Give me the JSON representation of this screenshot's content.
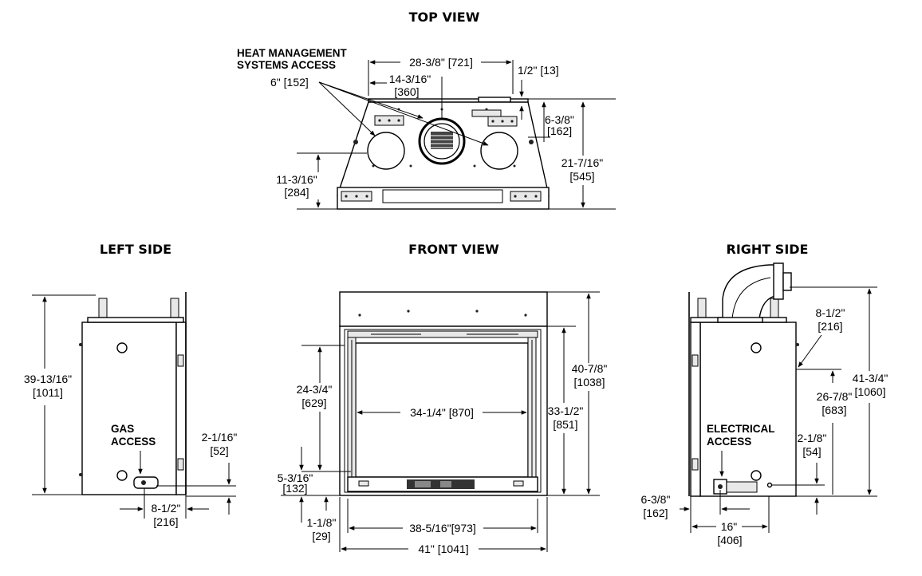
{
  "views": {
    "top": "TOP VIEW",
    "left": "LEFT SIDE",
    "front": "FRONT VIEW",
    "right": "RIGHT SIDE"
  },
  "callouts": {
    "heat_line1": "HEAT MANAGEMENT",
    "heat_line2": "SYSTEMS ACCESS",
    "gas_line1": "GAS",
    "gas_line2": "ACCESS",
    "elec_line1": "ELECTRICAL",
    "elec_line2": "ACCESS"
  },
  "dims": {
    "top_width": "28-3/8\" [721]",
    "top_half_1": "14-3/16\"",
    "top_half_2": "[360]",
    "top_offset": "1/2\" [13]",
    "top_duct": "6\" [152]",
    "top_collar_1": "6-3/8\"",
    "top_collar_2": "[162]",
    "top_left_1": "11-3/16\"",
    "top_left_2": "[284]",
    "top_depth_1": "21-7/16\"",
    "top_depth_2": "[545]",
    "left_height_1": "39-13/16\"",
    "left_height_2": "[1011]",
    "left_gas_h_1": "2-1/16\"",
    "left_gas_h_2": "[52]",
    "left_gas_w_1": "8-1/2\"",
    "left_gas_w_2": "[216]",
    "front_open_h_1": "24-3/4\"",
    "front_open_h_2": "[629]",
    "front_open_w": "34-1/4\" [870]",
    "front_base_1": "5-3/16\"",
    "front_base_2": "[132]",
    "front_bottom_1": "1-1/8\"",
    "front_bottom_2": "[29]",
    "front_frame_h_1": "33-1/2\"",
    "front_frame_h_2": "[851]",
    "front_total_h_1": "40-7/8\"",
    "front_total_h_2": "[1038]",
    "front_inner_w": "38-5/16\"[973]",
    "front_total_w": "41\" [1041]",
    "right_elbow_1": "8-1/2\"",
    "right_elbow_2": "[216]",
    "right_h_1": "26-7/8\"",
    "right_h_2": "[683]",
    "right_total_1": "41-3/4\"",
    "right_total_2": "[1060]",
    "right_elec_h_1": "2-1/8\"",
    "right_elec_h_2": "[54]",
    "right_elec_w_1": "6-3/8\"",
    "right_elec_w_2": "[162]",
    "right_depth_1": "16\"",
    "right_depth_2": "[406]"
  }
}
